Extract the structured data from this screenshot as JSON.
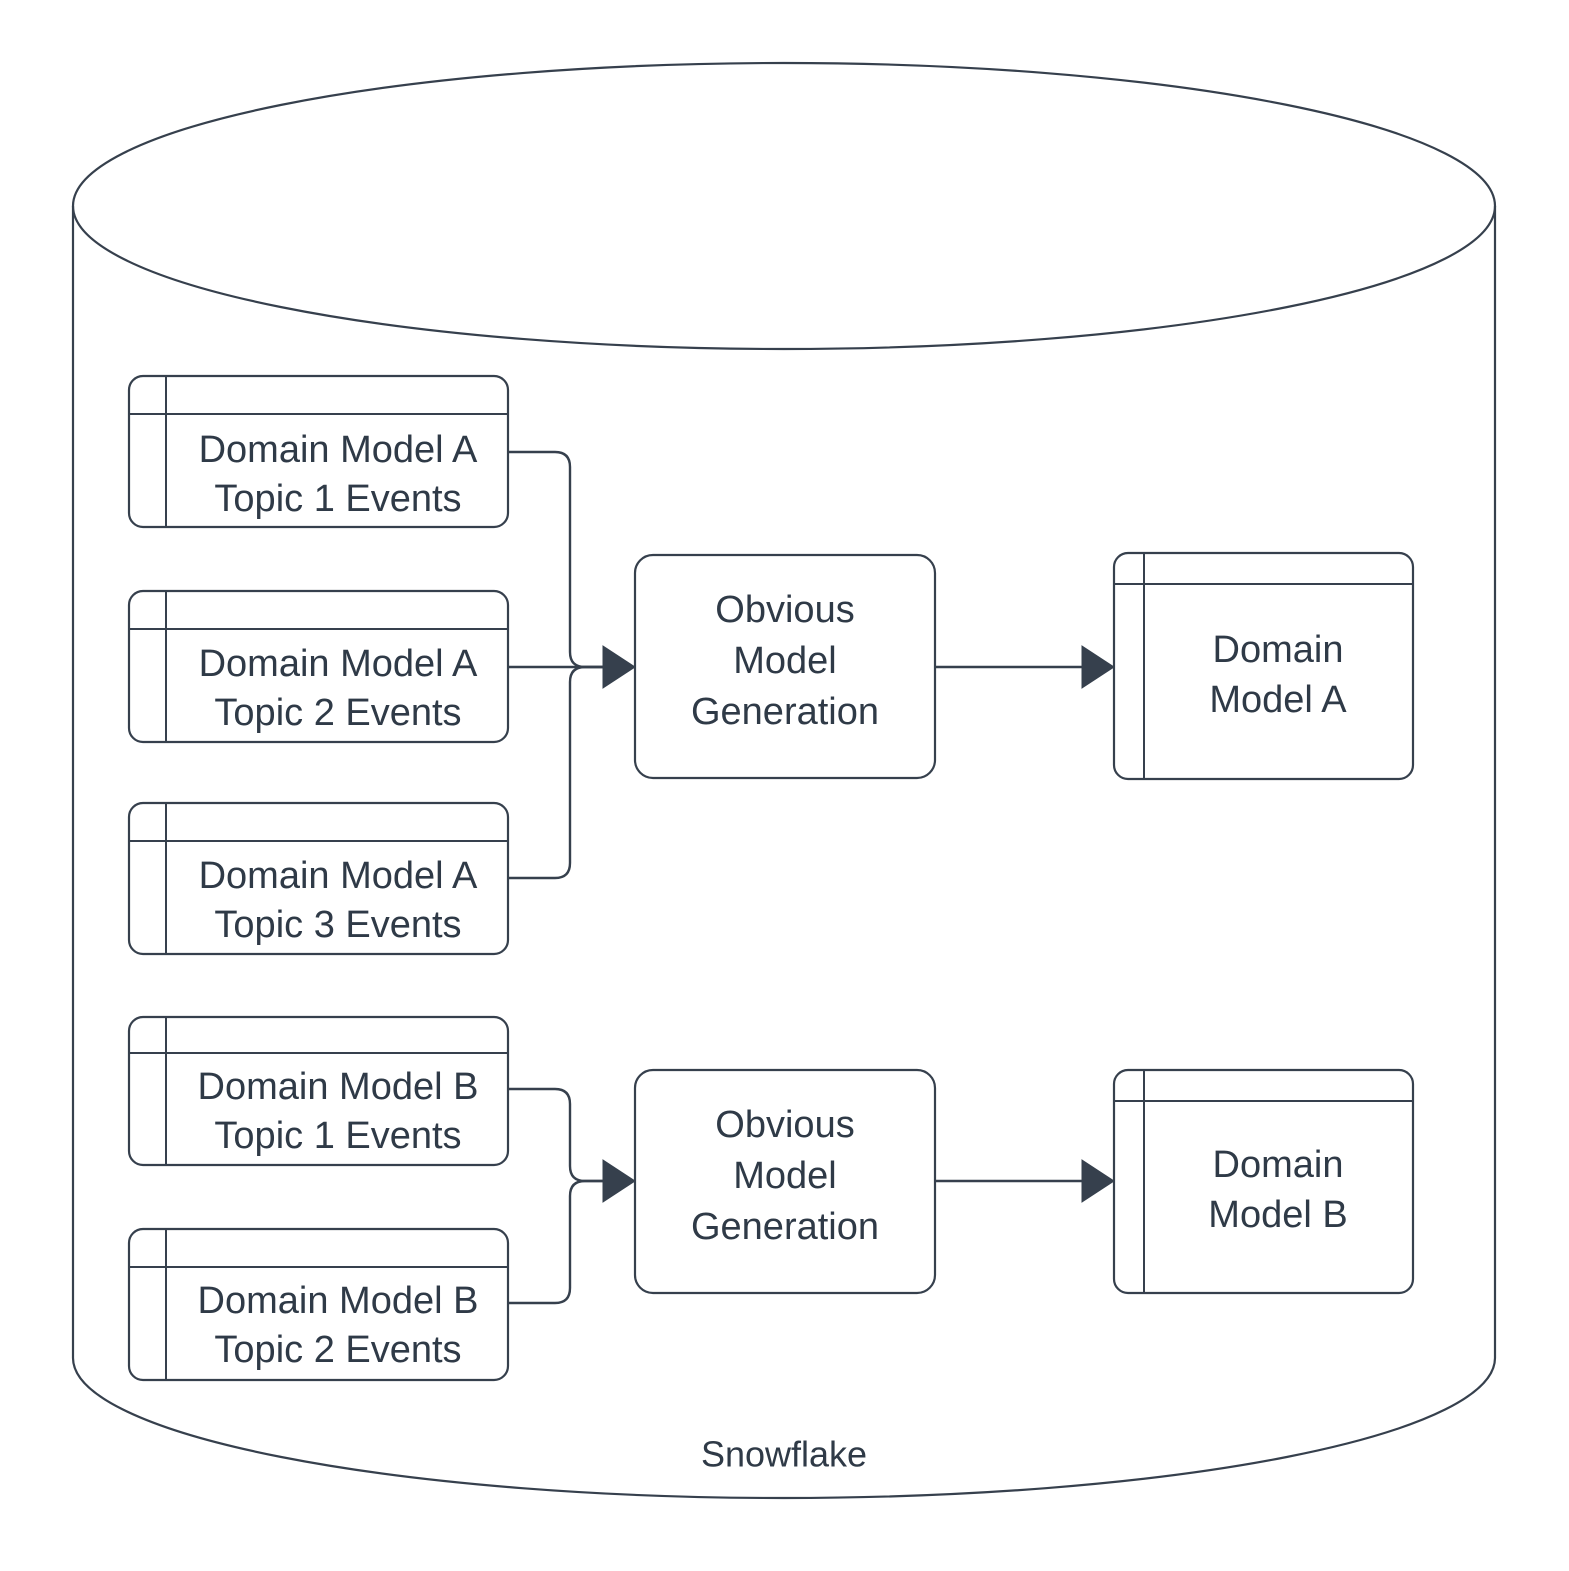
{
  "diagram": {
    "type": "architecture-flow-diagram",
    "container": {
      "name": "snowflake-cylinder",
      "shape": "cylinder",
      "label": "Snowflake"
    },
    "accent_color": "#36404d",
    "text_color": "#2f3a47",
    "background_color": "#ffffff",
    "groups": [
      {
        "id": "group-a",
        "sources": [
          {
            "id": "src-a1",
            "line1": "Domain Model A",
            "line2": "Topic 1 Events",
            "shape": "table"
          },
          {
            "id": "src-a2",
            "line1": "Domain Model A",
            "line2": "Topic 2 Events",
            "shape": "table"
          },
          {
            "id": "src-a3",
            "line1": "Domain Model A",
            "line2": "Topic 3 Events",
            "shape": "table"
          }
        ],
        "process": {
          "id": "proc-a",
          "line1": "Obvious",
          "line2": "Model",
          "line3": "Generation",
          "shape": "rounded-rect"
        },
        "output": {
          "id": "out-a",
          "line1": "Domain",
          "line2": "Model A",
          "shape": "table"
        }
      },
      {
        "id": "group-b",
        "sources": [
          {
            "id": "src-b1",
            "line1": "Domain Model B",
            "line2": "Topic 1 Events",
            "shape": "table"
          },
          {
            "id": "src-b2",
            "line1": "Domain Model B",
            "line2": "Topic 2 Events",
            "shape": "table"
          }
        ],
        "process": {
          "id": "proc-b",
          "line1": "Obvious",
          "line2": "Model",
          "line3": "Generation",
          "shape": "rounded-rect"
        },
        "output": {
          "id": "out-b",
          "line1": "Domain",
          "line2": "Model B",
          "shape": "table"
        }
      }
    ]
  }
}
